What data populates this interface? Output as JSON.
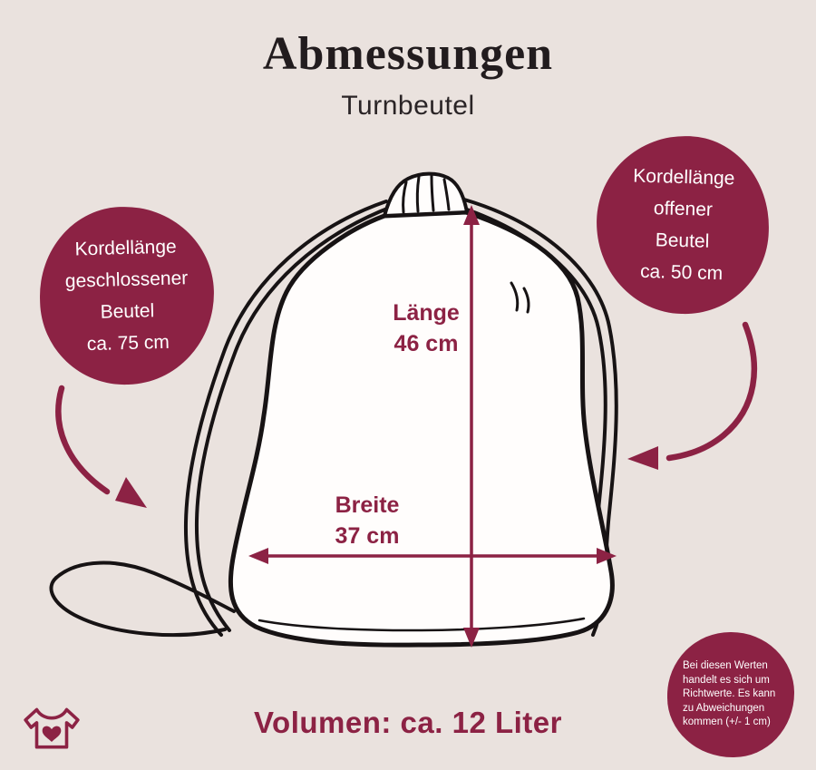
{
  "page": {
    "background_color": "#eae2de",
    "accent_color": "#8c2244",
    "ink_color": "#221c1e"
  },
  "header": {
    "title": "Abmessungen",
    "subtitle": "Turnbeutel"
  },
  "badge_left": {
    "lines": [
      "Kordellänge",
      "geschlossener",
      "Beutel",
      "ca. 75 cm"
    ]
  },
  "badge_right": {
    "lines": [
      "Kordellänge",
      "offener",
      "Beutel",
      "ca. 50 cm"
    ]
  },
  "dimensions": {
    "length_label": "Länge",
    "length_value": "46 cm",
    "width_label": "Breite",
    "width_value": "37 cm"
  },
  "disclaimer": {
    "lines": [
      "Bei diesen Werten",
      "handelt es sich um",
      "Richtwerte. Es kann",
      "zu Abweichungen",
      "kommen (+/- 1 cm)"
    ]
  },
  "footer": {
    "volume_text": "Volumen: ca. 12 Liter"
  },
  "icons": {
    "logo": "tshirt-heart-logo"
  }
}
